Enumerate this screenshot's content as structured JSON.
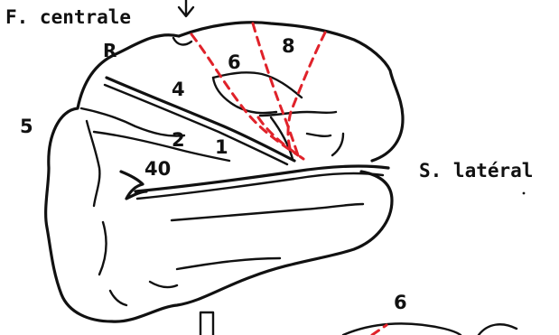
{
  "labels": {
    "f_centrale": "F. centrale",
    "r": "R",
    "five": "5",
    "four": "4",
    "six_top": "6",
    "eight": "8",
    "two": "2",
    "one": "1",
    "forty": "40",
    "s_lateral": "S. latéral",
    "six_bottom": "6"
  },
  "colors": {
    "ink": "#111111",
    "dashed_red": "#e0222a",
    "background": "#ffffff"
  },
  "icons": {
    "arrow": "down-arrow-icon"
  }
}
